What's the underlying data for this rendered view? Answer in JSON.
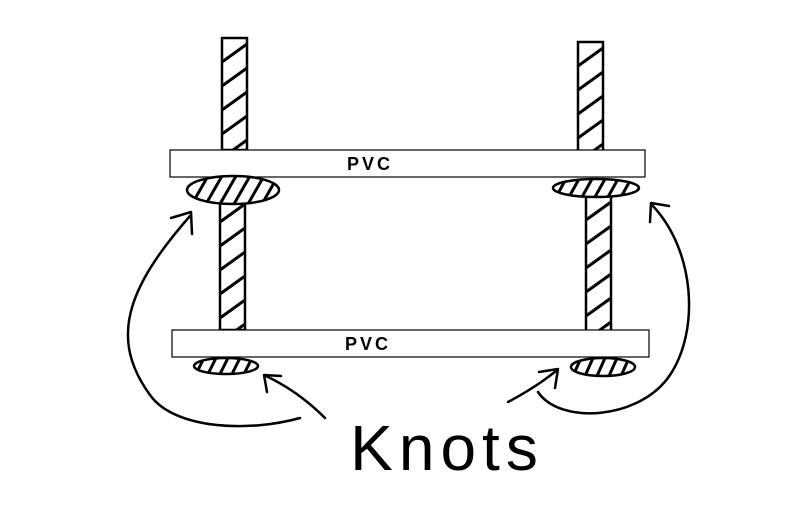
{
  "diagram": {
    "board_labels": [
      "PVC",
      "PVC"
    ],
    "callout_label": "Knots"
  }
}
